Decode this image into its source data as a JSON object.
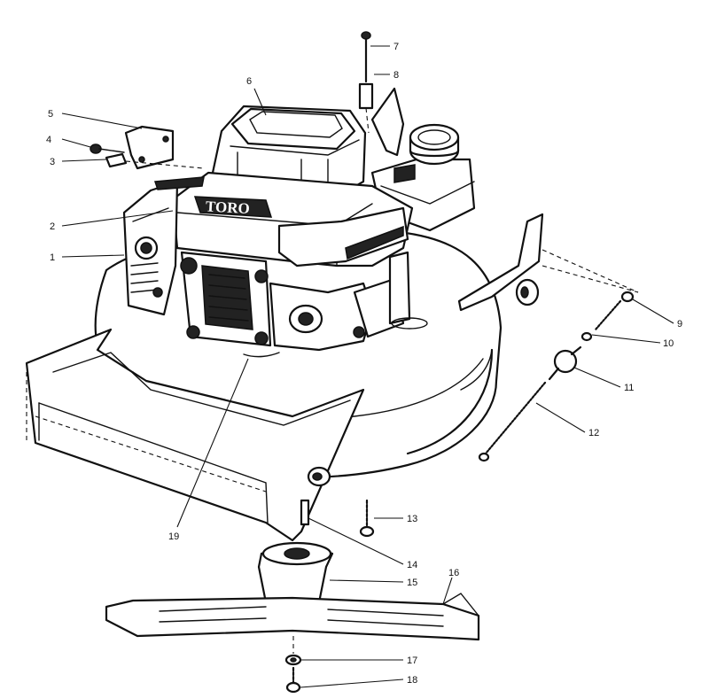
{
  "brand_logo": "TORO",
  "callouts": [
    {
      "id": "callout-1",
      "label": "1"
    },
    {
      "id": "callout-2",
      "label": "2"
    },
    {
      "id": "callout-3",
      "label": "3"
    },
    {
      "id": "callout-4",
      "label": "4"
    },
    {
      "id": "callout-5",
      "label": "5"
    },
    {
      "id": "callout-6",
      "label": "6"
    },
    {
      "id": "callout-7",
      "label": "7"
    },
    {
      "id": "callout-8",
      "label": "8"
    },
    {
      "id": "callout-9",
      "label": "9"
    },
    {
      "id": "callout-10",
      "label": "10"
    },
    {
      "id": "callout-11",
      "label": "11"
    },
    {
      "id": "callout-12",
      "label": "12"
    },
    {
      "id": "callout-13",
      "label": "13"
    },
    {
      "id": "callout-14",
      "label": "14"
    },
    {
      "id": "callout-15",
      "label": "15"
    },
    {
      "id": "callout-16",
      "label": "16"
    },
    {
      "id": "callout-17",
      "label": "17"
    },
    {
      "id": "callout-18",
      "label": "18"
    },
    {
      "id": "callout-19",
      "label": "19"
    }
  ]
}
